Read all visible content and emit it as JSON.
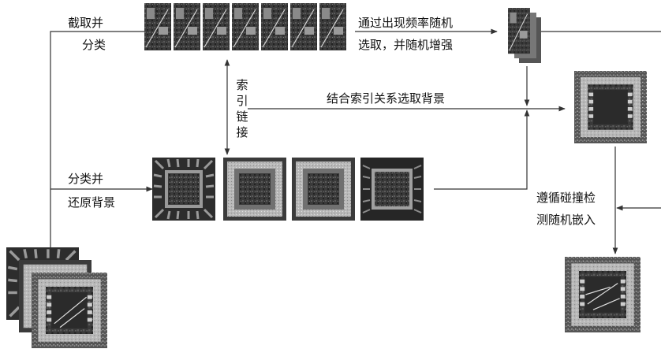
{
  "labels": {
    "crop_classify": [
      "截取并",
      "分类"
    ],
    "random_enhance": [
      "通过出现频率随机",
      "选取，并随机增强"
    ],
    "index_link": [
      "索",
      "引",
      "链",
      "接"
    ],
    "combine_background": "结合索引关系选取背景",
    "classify_restore": [
      "分类并",
      "还原背景"
    ],
    "collision_embed": [
      "遵循碰撞检",
      "测随机嵌入"
    ]
  },
  "colors": {
    "line": "#333333",
    "chip_dark": "#2a2a2a",
    "chip_frame": "#bdbdbd",
    "chip_mid": "#6a6a6a"
  },
  "icons": {
    "crop_strip": "defect-crop-thumbnails",
    "augmented_stack": "augmented-defect-stack",
    "background_chips": "chip-background-images",
    "composed_chip": "composed-chip-image",
    "output_chip": "defect-embedded-chip-image",
    "input_stack": "input-defect-chip-stack"
  }
}
